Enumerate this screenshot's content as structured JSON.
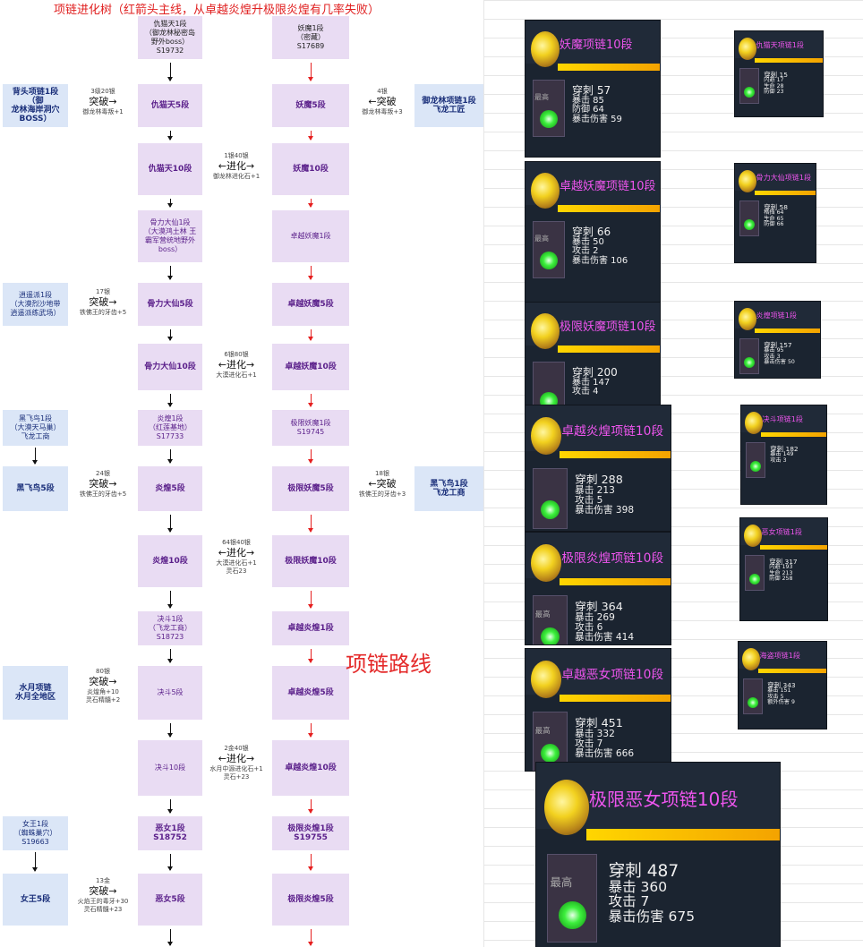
{
  "title": "项链进化树（红箭头主线，从卓越炎煌升极限炎煌有几率失败）",
  "route_label": "项链路线",
  "tree": {
    "r1": {
      "a": [
        "仇猫天1段",
        "（御龙林秘密岛",
        "野外boss）",
        "S19732"
      ],
      "b": [
        "妖魔1段",
        "（密藏）",
        "S17689"
      ]
    },
    "r2": {
      "l": [
        "背头项链1段（御",
        "龙林海岸洞穴",
        "BOSS）"
      ],
      "act_l": [
        "3级20银",
        "突破→",
        "御龙林毒叛+1"
      ],
      "a": "仇猫天5段",
      "b": "妖魔5段",
      "act_r": [
        "4银",
        "←突破",
        "御龙林毒叛+3"
      ],
      "r": [
        "御龙林项链1段",
        "飞龙工匠"
      ]
    },
    "r3": {
      "a": "仇猫天10段",
      "act": [
        "1银40银",
        "←进化→",
        "御龙林进化石+1"
      ],
      "b": "妖魔10段"
    },
    "r4": {
      "a": [
        "骨力大仙1段",
        "（大漠鸿土林 王",
        "霸军营统地野外",
        "boss）"
      ],
      "b": "卓越妖魔1段"
    },
    "r5": {
      "l": [
        "逍遥派1段",
        "（大漠烈沙地带",
        "逍遥派练武场）"
      ],
      "act_l": [
        "17银",
        "突破→",
        "铁佛王的牙齿+5"
      ],
      "a": "骨力大仙5段",
      "b": "卓越妖魔5段"
    },
    "r6": {
      "a": "骨力大仙10段",
      "act": [
        "6银80银",
        "←进化→",
        "大漠进化石+1"
      ],
      "b": "卓越妖魔10段"
    },
    "r7": {
      "l": [
        "黑飞鸟1段",
        "（大漠天马巢）",
        "飞龙工商"
      ],
      "a": [
        "炎煌1段",
        "（红莲基地）",
        "S17733"
      ],
      "b": [
        "极限妖魔1段",
        "S19745"
      ]
    },
    "r8": {
      "l": "黑飞鸟5段",
      "act_l": [
        "24银",
        "突破→",
        "铁佛王的牙齿+5"
      ],
      "a": "炎煌5段",
      "b": "极限妖魔5段",
      "act_r": [
        "18银",
        "←突破",
        "铁佛王的牙齿+3"
      ],
      "r": [
        "黑飞鸟1段",
        "飞龙工商"
      ]
    },
    "r9": {
      "a": "炎煌10段",
      "act": [
        "64银40银",
        "←进化→",
        "大漠进化石+1",
        "灵石23"
      ],
      "b": "极限妖魔10段"
    },
    "r10": {
      "a": [
        "决斗1段",
        "（飞龙工商）",
        "S18723"
      ],
      "b": "卓越炎煌1段"
    },
    "r11": {
      "l": [
        "水月项链",
        "水月全地区"
      ],
      "act_l": [
        "80银",
        "突破→",
        "炎煌角+10",
        "灵石精髓+2"
      ],
      "a": "决斗5段",
      "b": "卓越炎煌5段"
    },
    "r12": {
      "a": "决斗10段",
      "act": [
        "2金40银",
        "←进化→",
        "水月中源进化石+1",
        "灵石+23"
      ],
      "b": "卓越炎煌10段"
    },
    "r13": {
      "l": [
        "女王1段",
        "（蜘蛛巢穴）",
        "S19663"
      ],
      "a": [
        "恶女1段",
        "S18752"
      ],
      "b": [
        "极限炎煌1段",
        "S19755"
      ]
    },
    "r14": {
      "l": "女王5段",
      "act_l": [
        "13金",
        "突破→",
        "火焰王的毒牙+30",
        "灵石精髓+23"
      ],
      "a": "恶女5段",
      "b": "极限炎煌5段"
    }
  },
  "cards": [
    {
      "name": "妖魔项链10段",
      "tag": "最高",
      "stats": [
        "穿刺 57",
        "暴击 85",
        "防御 64",
        "暴击伤害 59"
      ]
    },
    {
      "name": "卓越妖魔项链10段",
      "tag": "最高",
      "stats": [
        "穿刺 66",
        "暴击 50",
        "攻击 2",
        "暴击伤害 106"
      ]
    },
    {
      "name": "极限妖魔项链10段",
      "tag": "",
      "stats": [
        "穿刺 200",
        "暴击 147",
        "攻击 4"
      ]
    },
    {
      "name": "卓越炎煌项链10段",
      "tag": "",
      "stats": [
        "穿刺 288",
        "暴击 213",
        "攻击 5",
        "暴击伤害 398"
      ]
    },
    {
      "name": "极限炎煌项链10段",
      "tag": "最高",
      "stats": [
        "穿刺 364",
        "暴击 269",
        "攻击 6",
        "暴击伤害 414"
      ]
    },
    {
      "name": "卓越恶女项链10段",
      "tag": "最高",
      "stats": [
        "穿刺 451",
        "暴击 332",
        "攻击 7",
        "暴击伤害 666"
      ]
    },
    {
      "name": "极限恶女项链10段",
      "tag": "最高",
      "stats": [
        "穿刺 487",
        "暴击 360",
        "攻击 7",
        "暴击伤害 675"
      ]
    },
    {
      "name": "仇猫天项链1段",
      "tag": "",
      "stats": [
        "穿刺 15",
        "闪避 17",
        "生命 28",
        "防御 23"
      ]
    },
    {
      "name": "骨力大仙项链1段",
      "tag": "",
      "stats": [
        "穿刺 58",
        "格挡 64",
        "生命 65",
        "防御 66"
      ]
    },
    {
      "name": "炎煌项链1段",
      "tag": "",
      "stats": [
        "穿刺 157",
        "暴击 95",
        "攻击 3",
        "暴击伤害 50"
      ]
    },
    {
      "name": "决斗项链1段",
      "tag": "",
      "stats": [
        "穿刺 182",
        "暴击 149",
        "攻击 3"
      ]
    },
    {
      "name": "恶女项链1段",
      "tag": "",
      "stats": [
        "穿刺 317",
        "闪避 193",
        "生命 213",
        "防御 258"
      ]
    },
    {
      "name": "海盗项链1段",
      "tag": "",
      "stats": [
        "穿刺 343",
        "暴击 151",
        "攻击 5",
        "额外伤害 9"
      ]
    }
  ]
}
